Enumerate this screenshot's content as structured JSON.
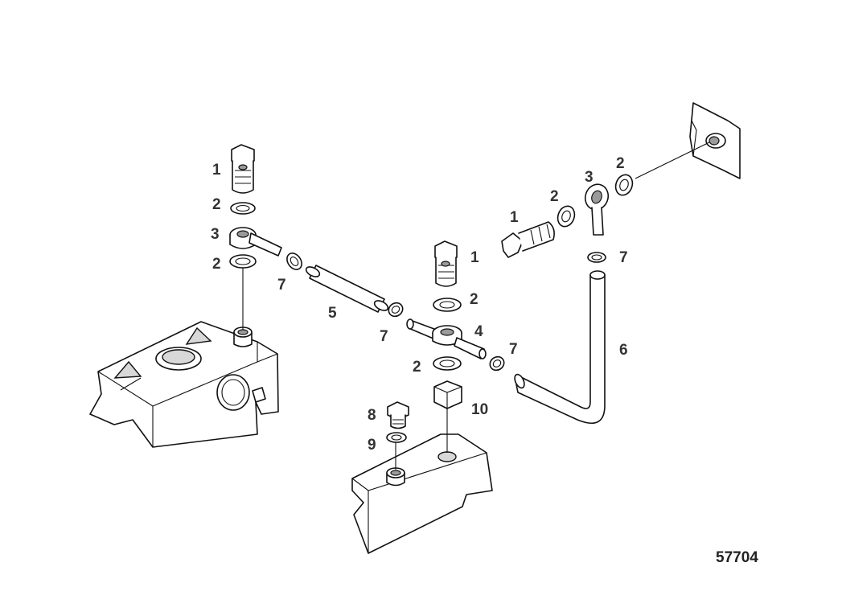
{
  "diagram": {
    "figure_number": "57704",
    "callouts": [
      {
        "id": "c1a",
        "text": "1"
      },
      {
        "id": "c2a",
        "text": "2"
      },
      {
        "id": "c3a",
        "text": "3"
      },
      {
        "id": "c2b",
        "text": "2"
      },
      {
        "id": "c7a",
        "text": "7"
      },
      {
        "id": "c5",
        "text": "5"
      },
      {
        "id": "c7b",
        "text": "7"
      },
      {
        "id": "c1b",
        "text": "1"
      },
      {
        "id": "c2c",
        "text": "2"
      },
      {
        "id": "c4",
        "text": "4"
      },
      {
        "id": "c7c",
        "text": "7"
      },
      {
        "id": "c2d",
        "text": "2"
      },
      {
        "id": "c10",
        "text": "10"
      },
      {
        "id": "c8",
        "text": "8"
      },
      {
        "id": "c9",
        "text": "9"
      },
      {
        "id": "c1c",
        "text": "1"
      },
      {
        "id": "c2e",
        "text": "2"
      },
      {
        "id": "c3b",
        "text": "3"
      },
      {
        "id": "c2f",
        "text": "2"
      },
      {
        "id": "c7d",
        "text": "7"
      },
      {
        "id": "c6",
        "text": "6"
      }
    ]
  }
}
